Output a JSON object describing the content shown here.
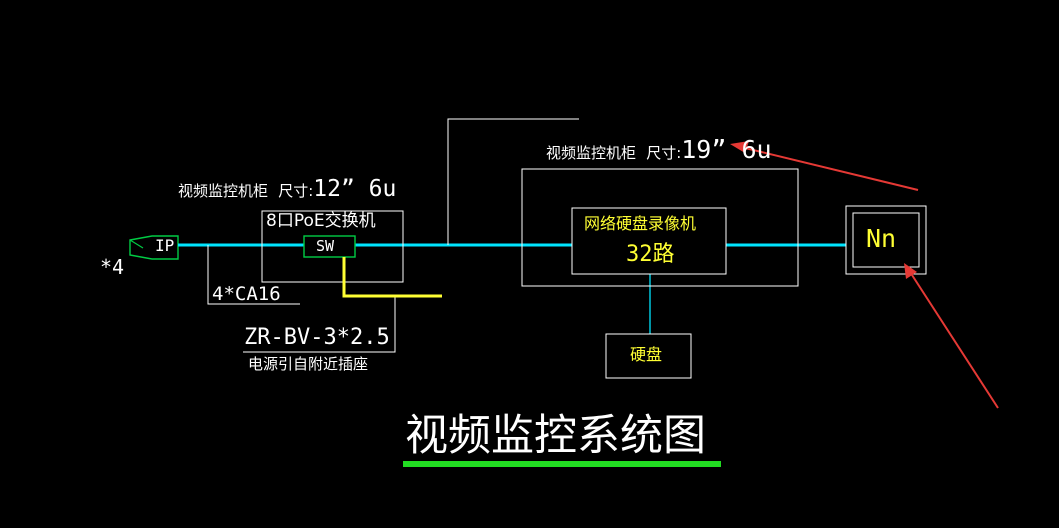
{
  "diagram": {
    "title": "视频监控系统图",
    "camera_count": "*4",
    "camera_label": "IP",
    "left_cabinet": {
      "label": "视频监控机柜",
      "size_prefix": "尺寸:",
      "size_value": "12” 6u"
    },
    "switch": {
      "title": "8口PoE交换机",
      "label": "SW"
    },
    "cable_label": "4*CA16",
    "power_cable": {
      "label": "ZR-BV-3*2.5",
      "note": "电源引自附近插座"
    },
    "right_cabinet": {
      "label": "视频监控机柜",
      "size_prefix": "尺寸:",
      "size_value": "19” 6u"
    },
    "nvr": {
      "label": "网络硬盘录像机",
      "channels": "32路"
    },
    "hdd_label": "硬盘",
    "monitor_label": "Nn"
  },
  "colors": {
    "background": "#000000",
    "line_white": "#ffffff",
    "line_cyan": "#00e5ff",
    "line_yellow": "#ffff33",
    "line_green": "#00cc44",
    "arrow_red": "#e53935",
    "title_underline": "#22dd22"
  }
}
